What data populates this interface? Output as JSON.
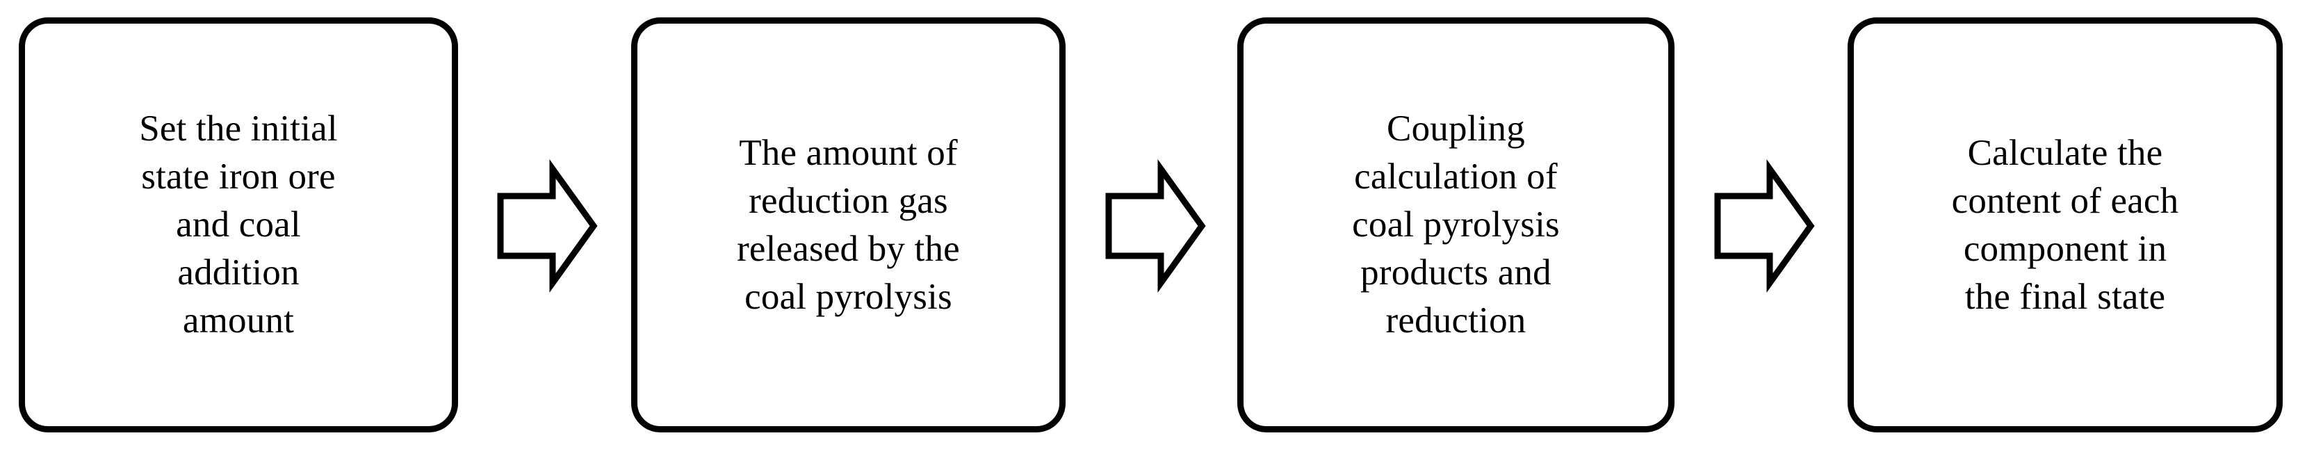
{
  "diagram": {
    "type": "horizontal-process-flow",
    "orientation": "left-to-right",
    "background_color": "#ffffff",
    "stroke_color": "#000000",
    "fill_color": "#ffffff",
    "step_count": 4,
    "connector_count": 3,
    "connector_icon": "block-arrow-right-icon"
  },
  "steps": [
    {
      "index": 1,
      "id": "step-1",
      "text": "Set the initial\nstate iron ore\nand coal\naddition\namount",
      "lines": [
        "Set the initial",
        "state iron ore",
        "and coal",
        "addition",
        "amount"
      ],
      "plain_text": "Set the initial state iron ore and coal addition amount"
    },
    {
      "index": 2,
      "id": "step-2",
      "text": "The amount of\nreduction gas\nreleased by the\ncoal pyrolysis",
      "lines": [
        "The amount of",
        "reduction gas",
        "released by the",
        "coal pyrolysis"
      ],
      "plain_text": "The amount of reduction gas released by the coal pyrolysis"
    },
    {
      "index": 3,
      "id": "step-3",
      "text": "Coupling\ncalculation of\ncoal pyrolysis\nproducts and\nreduction",
      "lines": [
        "Coupling",
        "calculation of",
        "coal pyrolysis",
        "products and",
        "reduction"
      ],
      "plain_text": "Coupling calculation of coal pyrolysis products and reduction"
    },
    {
      "index": 4,
      "id": "step-4",
      "text": "Calculate the\ncontent of each\ncomponent in\nthe final state",
      "lines": [
        "Calculate the",
        "content of each",
        "component in",
        "the final state"
      ],
      "plain_text": "Calculate the content of each component in the final state"
    }
  ],
  "connectors": [
    {
      "index": 1,
      "id": "arrow-1",
      "from": "step-1",
      "to": "step-2",
      "direction": "right"
    },
    {
      "index": 2,
      "id": "arrow-2",
      "from": "step-2",
      "to": "step-3",
      "direction": "right"
    },
    {
      "index": 3,
      "id": "arrow-3",
      "from": "step-3",
      "to": "step-4",
      "direction": "right"
    }
  ]
}
